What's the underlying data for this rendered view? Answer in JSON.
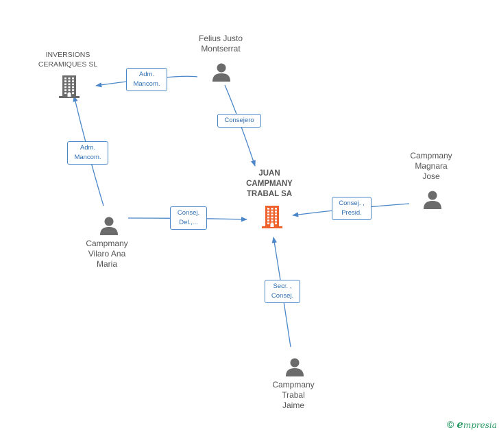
{
  "diagram": {
    "nodes": [
      {
        "id": "inversions",
        "kind": "company",
        "label": "INVERSIONS\nCERAMIQUES SL",
        "icon": "building-icon",
        "color": "#6b6b6b"
      },
      {
        "id": "felius",
        "kind": "person",
        "label": "Felius Justo\nMontserrat",
        "icon": "person-icon",
        "color": "#6b6b6b"
      },
      {
        "id": "juan",
        "kind": "company-main",
        "label": "JUAN\nCAMPMANY\nTRABAL SA",
        "icon": "building-icon",
        "color": "#f0622d"
      },
      {
        "id": "magnara",
        "kind": "person",
        "label": "Campmany\nMagnara\nJose",
        "icon": "person-icon",
        "color": "#6b6b6b"
      },
      {
        "id": "vilaro",
        "kind": "person",
        "label": "Campmany\nVilaro Ana\nMaria",
        "icon": "person-icon",
        "color": "#6b6b6b"
      },
      {
        "id": "jaime",
        "kind": "person",
        "label": "Campmany\nTrabal\nJaime",
        "icon": "person-icon",
        "color": "#6b6b6b"
      }
    ],
    "edges": [
      {
        "from": "felius",
        "to": "inversions",
        "label": "Adm.\nMancom."
      },
      {
        "from": "felius",
        "to": "juan",
        "label": "Consejero"
      },
      {
        "from": "vilaro",
        "to": "inversions",
        "label": "Adm.\nMancom."
      },
      {
        "from": "vilaro",
        "to": "juan",
        "label": "Consej.\nDel.,..."
      },
      {
        "from": "magnara",
        "to": "juan",
        "label": "Consej. ,\nPresid."
      },
      {
        "from": "jaime",
        "to": "juan",
        "label": "Secr. ,\nConsej."
      }
    ],
    "edge_color": "#4a86c8"
  },
  "branding": {
    "copyright_symbol": "©",
    "name_initial": "e",
    "name_rest": "mpresia",
    "color": "#2e9c66"
  }
}
